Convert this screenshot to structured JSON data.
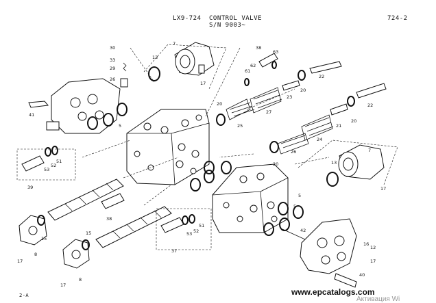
{
  "header": {
    "model": "LX9-724",
    "title": "CONTROL VALVE",
    "serial": "S/N 9003~",
    "page_ref": "724-2"
  },
  "footer": {
    "page_code": "2-A",
    "watermark": "www.epcatalogs.com",
    "activation": "Активация Wi"
  },
  "callouts": [
    "30",
    "33",
    "29",
    "26",
    "13",
    "7",
    "17",
    "38",
    "63",
    "61",
    "62",
    "22",
    "20",
    "23",
    "27",
    "41",
    "5",
    "20",
    "25",
    "21",
    "20",
    "22",
    "24",
    "26",
    "20",
    "7",
    "13",
    "17",
    "39",
    "53",
    "52",
    "51",
    "5",
    "38",
    "15",
    "8",
    "17",
    "5",
    "53",
    "52",
    "51",
    "37",
    "42",
    "15",
    "8",
    "17",
    "16",
    "12",
    "17",
    "40"
  ]
}
